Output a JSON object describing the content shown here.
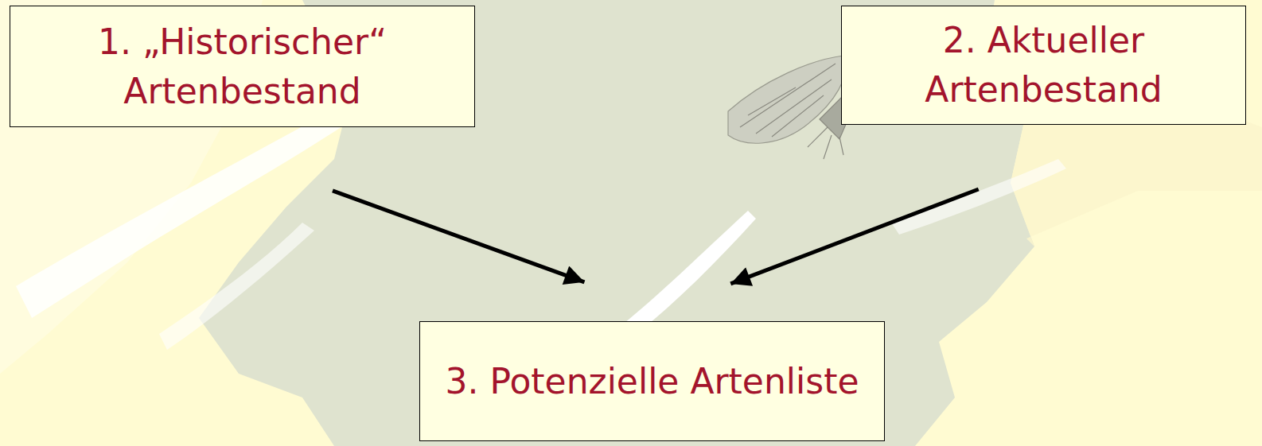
{
  "diagram": {
    "nodes": [
      {
        "text": [
          "1. „Historischer“ Artenbestand"
        ]
      },
      {
        "text": [
          "2. Aktueller Artenbestand"
        ]
      },
      {
        "text": [
          "3. Potenzielle Artenliste"
        ]
      }
    ],
    "edges": [
      {
        "from": 0,
        "to": 2,
        "arrow": "to"
      },
      {
        "from": 1,
        "to": 2,
        "arrow": "to"
      }
    ]
  }
}
